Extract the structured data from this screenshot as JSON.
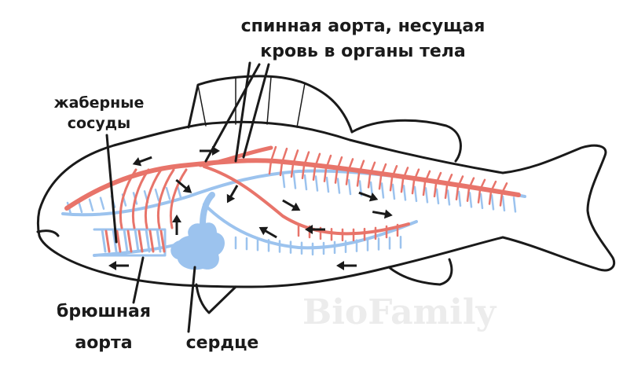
{
  "labels": {
    "dorsal_aorta_line1": "спинная аорта, несущая",
    "dorsal_aorta_line2": "кровь в органы тела",
    "gill_vessels_line1": "жаберные",
    "gill_vessels_line2": "сосуды",
    "ventral_aorta_line1": "брюшная",
    "ventral_aorta_line2": "аорта",
    "heart": "сердце"
  },
  "watermark": "BioFamily",
  "colors": {
    "outline": "#1a1a1a",
    "arterial": "#e8746a",
    "venous": "#9cc3ee",
    "heart": "#9cc3ee",
    "text": "#1a1a1a",
    "watermark": "#ececec"
  }
}
